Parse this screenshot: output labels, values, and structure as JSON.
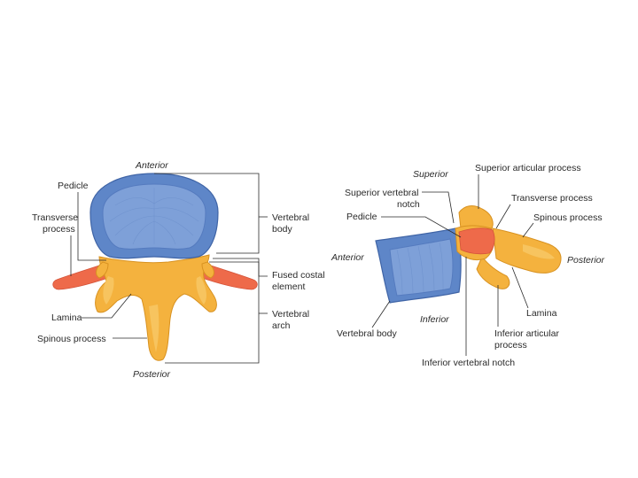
{
  "left_view": {
    "anterior": "Anterior",
    "posterior": "Posterior",
    "pedicle": "Pedicle",
    "transverse_1": "Transverse",
    "transverse_2": "process",
    "lamina": "Lamina",
    "spinous": "Spinous process",
    "vbody_1": "Vertebral",
    "vbody_2": "body",
    "fused_1": "Fused costal",
    "fused_2": "element",
    "varch_1": "Vertebral",
    "varch_2": "arch"
  },
  "right_view": {
    "superior": "Superior",
    "inferior": "Inferior",
    "anterior": "Anterior",
    "posterior": "Posterior",
    "sup_artic": "Superior articular process",
    "sup_notch_1": "Superior vertebral",
    "sup_notch_2": "notch",
    "pedicle": "Pedicle",
    "transverse": "Transverse process",
    "spinous": "Spinous process",
    "lamina": "Lamina",
    "inf_artic_1": "Inferior articular",
    "inf_artic_2": "process",
    "vbody": "Vertebral body",
    "inf_notch": "Inferior vertebral notch"
  },
  "colors": {
    "body": "#5e86c8",
    "bone": "#f4b23e",
    "costal": "#ee6a4a",
    "text": "#2a2a2a"
  }
}
